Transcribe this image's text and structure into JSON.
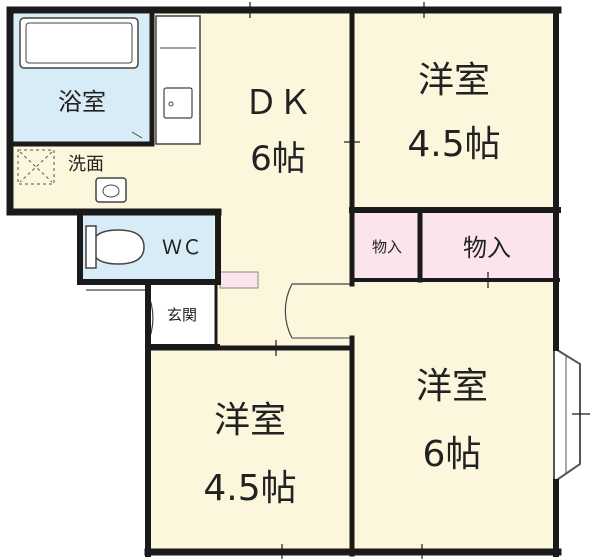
{
  "rooms": {
    "bath": "浴室",
    "washroom": "洗面",
    "wc": "ＷＣ",
    "entrance": "玄関",
    "dk_name": "ＤＫ",
    "dk_size": "6帖",
    "room_ne_name": "洋室",
    "room_ne_size": "4.5帖",
    "closet_small": "物入",
    "closet_large": "物入",
    "room_se_name": "洋室",
    "room_se_size": "6帖",
    "room_sw_name": "洋室",
    "room_sw_size": "4.5帖"
  },
  "colors": {
    "wall": "#1a1a1a",
    "floor_cream": "#fbf6dc",
    "wet_area_blue": "#d8ecf7",
    "closet_pink": "#fce4ee",
    "outline": "#555555"
  }
}
